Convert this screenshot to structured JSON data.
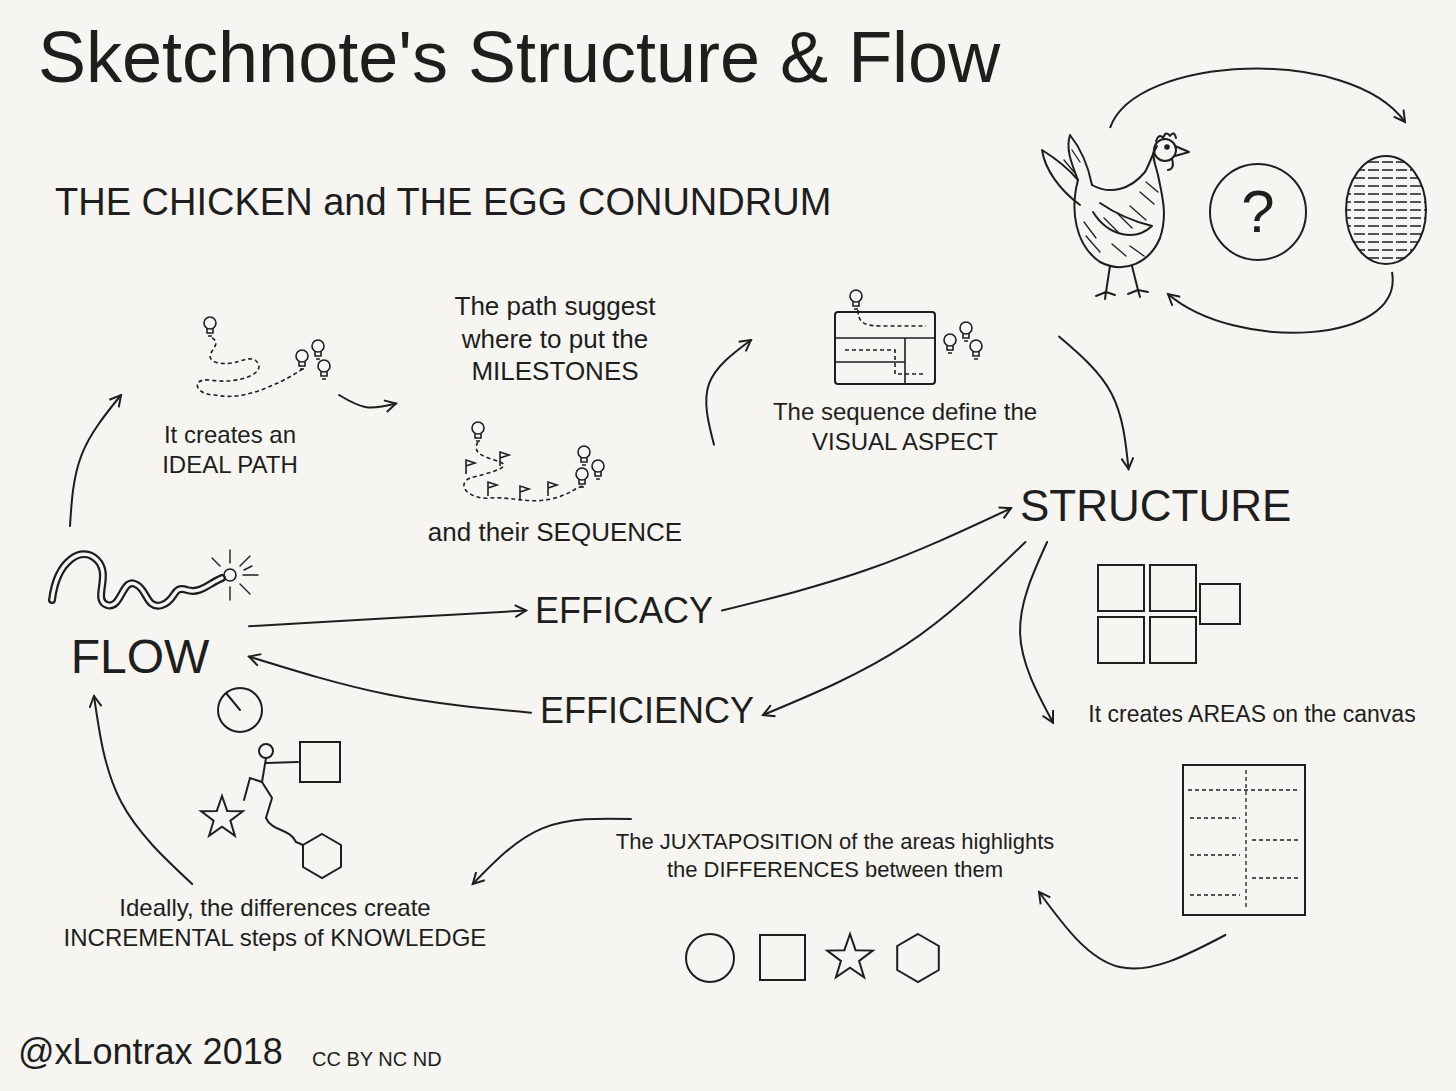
{
  "diagram": {
    "title": "Sketchnote's Structure & Flow",
    "nodes": [
      {
        "text": [
          "?"
        ]
      },
      {
        "text": [
          "The path suggest where to put the MILESTONES",
          "and their SEQUENCE"
        ]
      },
      {
        "text": [
          "The sequence define the VISUAL ASPECT"
        ]
      },
      {
        "text": [
          "It creates an IDEAL PATH"
        ]
      },
      {
        "text": [
          "STRUCTURE"
        ]
      },
      {
        "text": [
          "FLOW"
        ]
      },
      {
        "text": [
          "EFFICACY"
        ]
      },
      {
        "text": [
          "EFFICIENCY"
        ]
      },
      {
        "text": [
          "It creates AREAS on the canvas"
        ]
      },
      {
        "text": [
          "The JUXTAPOSITION of the areas highlights the DIFFERENCES between them"
        ]
      },
      {
        "text": [
          "Ideally, the differences create INCREMENTAL steps of KNOWLEDGE"
        ]
      }
    ],
    "edges": [
      {
        "from": 5,
        "to": 3,
        "arrow": "to"
      },
      {
        "from": 3,
        "to": 1,
        "arrow": "to"
      },
      {
        "from": 1,
        "to": 2,
        "arrow": "to"
      },
      {
        "from": 2,
        "to": 4,
        "arrow": "to"
      },
      {
        "from": 5,
        "to": 6,
        "arrow": "to"
      },
      {
        "from": 6,
        "to": 4,
        "arrow": "to"
      },
      {
        "from": 4,
        "to": 7,
        "arrow": "to"
      },
      {
        "from": 7,
        "to": 5,
        "arrow": "to"
      },
      {
        "from": 4,
        "to": 8,
        "arrow": "to"
      },
      {
        "from": 8,
        "to": 9,
        "arrow": "to"
      },
      {
        "from": 9,
        "to": 10,
        "arrow": "to"
      },
      {
        "from": 10,
        "to": 5,
        "arrow": "to"
      }
    ],
    "labels": [
      "THE CHICKEN and THE EGG CONUNDRUM",
      "@xLontrax 2018",
      "CC BY NC ND"
    ]
  }
}
